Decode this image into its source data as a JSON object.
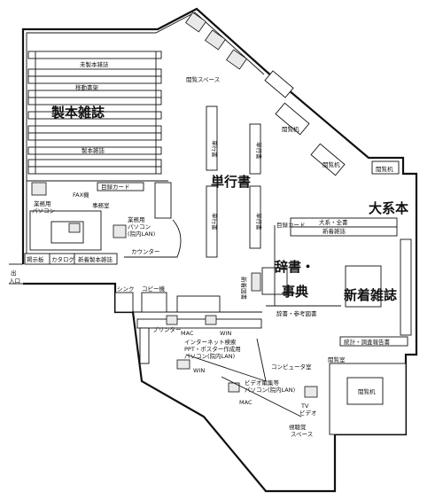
{
  "rooms": {
    "bound_journals": "製本雑誌",
    "monographs": "単行書",
    "series": "大系本",
    "new_journals": "新着雑誌",
    "dictionaries_a": "辞書・",
    "dictionaries_b": "事典"
  },
  "labels": {
    "unbound_stacks": "未製本雑誌",
    "mobile_shelves": "移動書架",
    "bound_journals_small": "製本雑誌",
    "reading_space": "閲覧スペース",
    "reading_desk": "閲覧机",
    "catalog_card_top": "目録カード",
    "fax": "FAX機",
    "office": "事務室",
    "office_pc_a": "業務用",
    "office_pc_b": "パソコン",
    "work_pc_a": "業務用",
    "work_pc_b": "パソコン",
    "work_pc_c": "(院内LAN)",
    "counter": "カウンター",
    "bulletin": "掲示板",
    "catalog": "カタログ",
    "new_bound": "新着製本雑誌",
    "entrance_a": "出",
    "entrance_b": "入口",
    "sink": "シンク",
    "copier": "コピー機",
    "printer": "プリンター",
    "mac": "MAC",
    "win": "WIN",
    "internet_a": "インターネット検索",
    "internet_b": "PPT・ポスター作成用",
    "internet_c": "パソコン(院内LAN)",
    "computer_room": "コンピュータ室",
    "video_a": "ビデオ編集等",
    "video_b": "パソコン(院内LAN)",
    "tv": "TV",
    "video": "ビデオ",
    "av_a": "視聴覚",
    "av_b": "スペース",
    "reading_room": "閲覧室",
    "stats": "統計・調査報告書",
    "dict_ref": "辞書・参考図書",
    "new_books": "新着図書",
    "series_all": "大系・全書",
    "new_journal_shelf": "新着雑誌",
    "catalog_card": "目録カード",
    "monograph_small": "単行書"
  }
}
